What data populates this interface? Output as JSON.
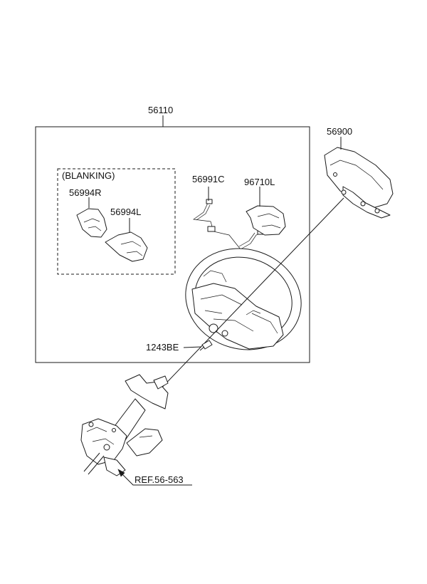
{
  "diagram": {
    "labels": {
      "main_assembly": "56110",
      "airbag_module": "56900",
      "blanking_group": "(BLANKING)",
      "blanking_right": "56994R",
      "blanking_left": "56994L",
      "wiring_harness": "56991C",
      "switch_left": "96710L",
      "bolt": "1243BE",
      "column_reference": "REF.56-563"
    }
  }
}
